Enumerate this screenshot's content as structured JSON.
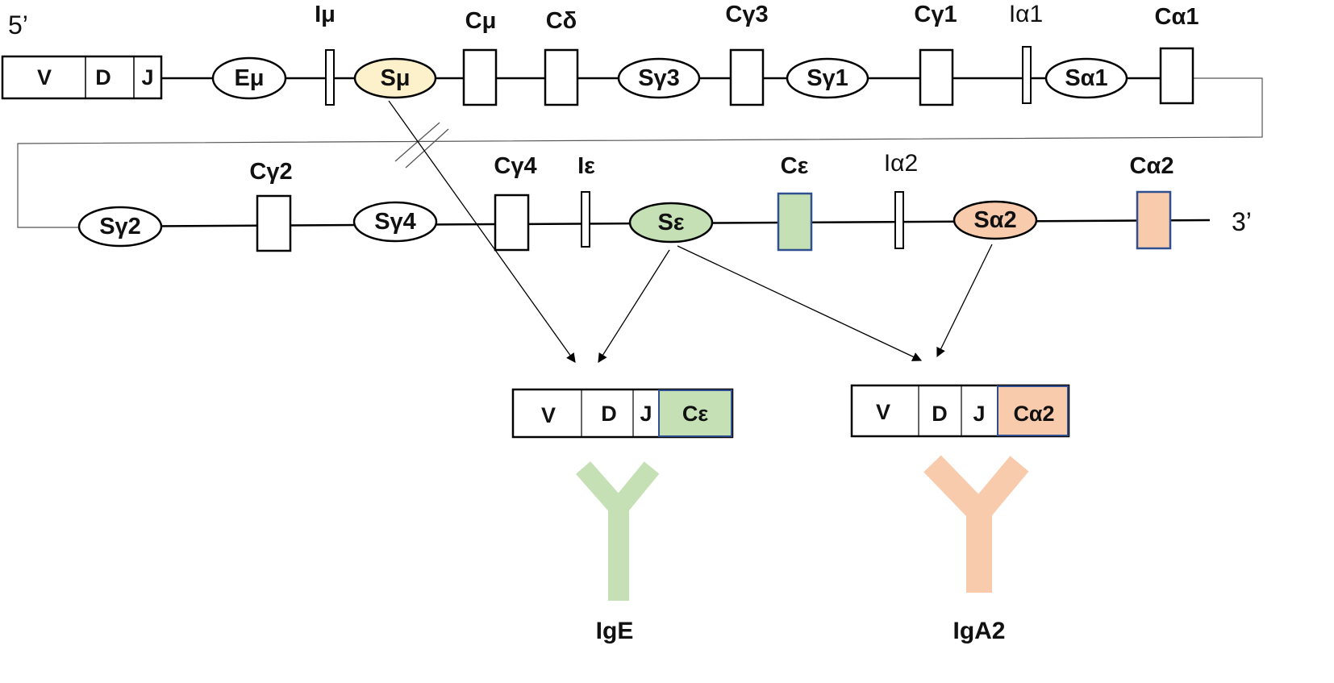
{
  "locus": {
    "end5_label": "5’",
    "end3_label": "3’",
    "vdj": {
      "v": "V",
      "d": "D",
      "j": "J"
    },
    "row1": {
      "enhancer": "Eμ",
      "i_mu": "Iμ",
      "s_mu": "Sμ",
      "c_mu": "Cμ",
      "c_delta": "Cδ",
      "s_g3": "Sγ3",
      "c_g3": "Cγ3",
      "s_g1": "Sγ1",
      "c_g1": "Cγ1",
      "i_a1": "Iα1",
      "s_a1": "Sα1",
      "c_a1": "Cα1"
    },
    "row2": {
      "s_g2": "Sγ2",
      "c_g2": "Cγ2",
      "s_g4": "Sγ4",
      "c_g4": "Cγ4",
      "i_e": "Iε",
      "s_e": "Sε",
      "c_e": "Cε",
      "i_a2": "Iα2",
      "s_a2": "Sα2",
      "c_a2": "Cα2"
    }
  },
  "products": {
    "ige": {
      "v": "V",
      "d": "D",
      "j": "J",
      "c": "Cε",
      "antibody_label": "IgE"
    },
    "iga2": {
      "v": "V",
      "d": "D",
      "j": "J",
      "c": "Cα2",
      "antibody_label": "IgA2"
    }
  },
  "colors": {
    "s_mu_fill": "#fdf1cc",
    "epsilon_fill": "#c5e0b4",
    "alpha2_fill": "#f8cbad",
    "ige_antibody": "#c5e0b4",
    "iga2_antibody": "#f8cbad",
    "box_border_blue": "#2f4f8f",
    "line": "#000000"
  }
}
